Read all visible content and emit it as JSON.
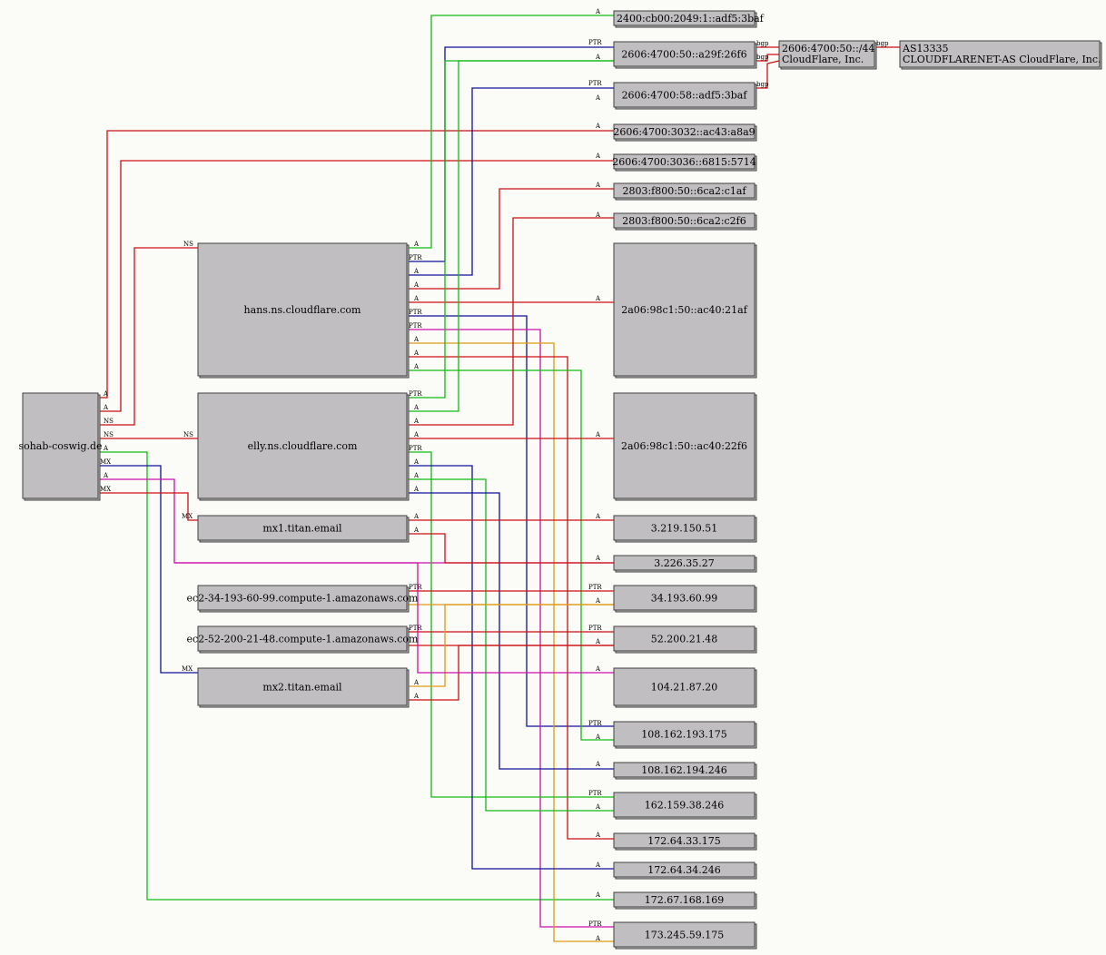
{
  "colors": {
    "node_fill": "#c0bec0",
    "red": "#cc1111",
    "green": "#11bb11",
    "blue": "#111199",
    "magenta": "#cc11aa",
    "orange": "#dd9911"
  },
  "nodes": {
    "root": "sohab-coswig.de",
    "ns1": "hans.ns.cloudflare.com",
    "ns2": "elly.ns.cloudflare.com",
    "mx1": "mx1.titan.email",
    "mx2": "mx2.titan.email",
    "ec2a": "ec2-34-193-60-99.compute-1.amazonaws.com",
    "ec2b": "ec2-52-200-21-48.compute-1.amazonaws.com",
    "v6_1": "2400:cb00:2049:1::adf5:3baf",
    "v6_2": "2606:4700:50::a29f:26f6",
    "v6_3": "2606:4700:58::adf5:3baf",
    "v6_4": "2606:4700:3032::ac43:a8a9",
    "v6_5": "2606:4700:3036::6815:5714",
    "v6_6": "2803:f800:50::6ca2:c1af",
    "v6_7": "2803:f800:50::6ca2:c2f6",
    "v6_8": "2a06:98c1:50::ac40:21af",
    "v6_9": "2a06:98c1:50::ac40:22f6",
    "prefix_line1": "2606:4700:50::/44",
    "prefix_line2": "CloudFlare, Inc.",
    "asn_line1": "AS13335",
    "asn_line2": "CLOUDFLARENET-AS CloudFlare, Inc.",
    "ip1": "3.219.150.51",
    "ip2": "3.226.35.27",
    "ip3": "34.193.60.99",
    "ip4": "52.200.21.48",
    "ip5": "104.21.87.20",
    "ip6": "108.162.193.175",
    "ip7": "108.162.194.246",
    "ip8": "162.159.38.246",
    "ip9": "172.64.33.175",
    "ip10": "172.64.34.246",
    "ip11": "172.67.168.169",
    "ip12": "173.245.59.175"
  },
  "edge_labels": {
    "a": "A",
    "ns": "NS",
    "mx": "MX",
    "ptr": "PTR",
    "bgp": "bgp"
  }
}
